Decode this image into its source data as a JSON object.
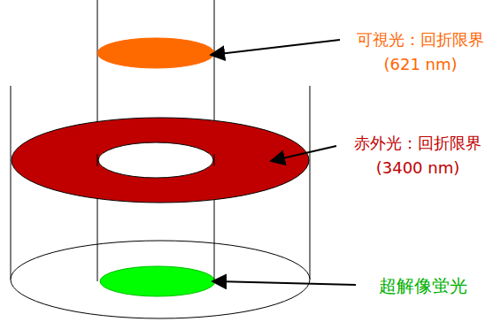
{
  "diagram": {
    "labels": [
      "可視光：回折限界",
      "(621 nm)",
      "赤外光：回折限界",
      "(3400 nm)",
      "超解像蛍光"
    ]
  }
}
